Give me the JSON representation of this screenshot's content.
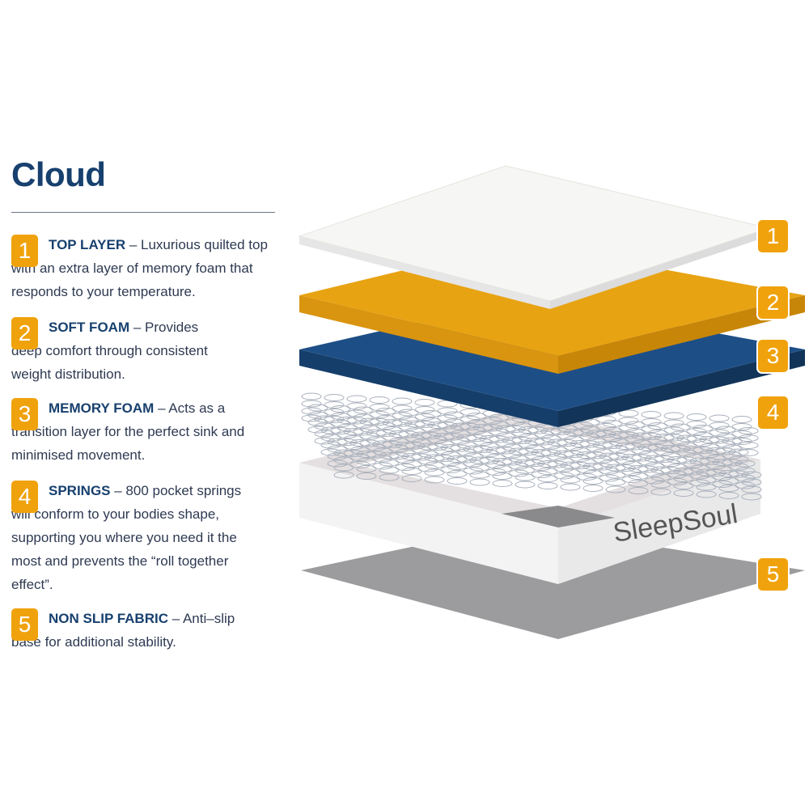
{
  "title": "Cloud",
  "brand": "SleepSoul",
  "colors": {
    "accent": "#f0a20c",
    "navy": "#17406e",
    "orange_layer": "#e8a313",
    "blue_layer": "#1d4f86"
  },
  "items": [
    {
      "num": "1",
      "heading": "TOP LAYER",
      "text": " – Luxurious quilted top with an extra layer of memory foam that responds to your temperature."
    },
    {
      "num": "2",
      "heading": "SOFT FOAM",
      "text": " – Provides deep comfort through consistent weight distribution."
    },
    {
      "num": "3",
      "heading": "MEMORY FOAM",
      "text": " – Acts as a transition layer for the perfect sink and minimised movement."
    },
    {
      "num": "4",
      "heading": "SPRINGS",
      "text": " – 800 pocket springs will conform to your bodies shape, supporting you where you need it the most and prevents the “roll together effect”."
    },
    {
      "num": "5",
      "heading": "NON SLIP FABRIC",
      "text": " – Anti–slip base for additional stability."
    }
  ]
}
